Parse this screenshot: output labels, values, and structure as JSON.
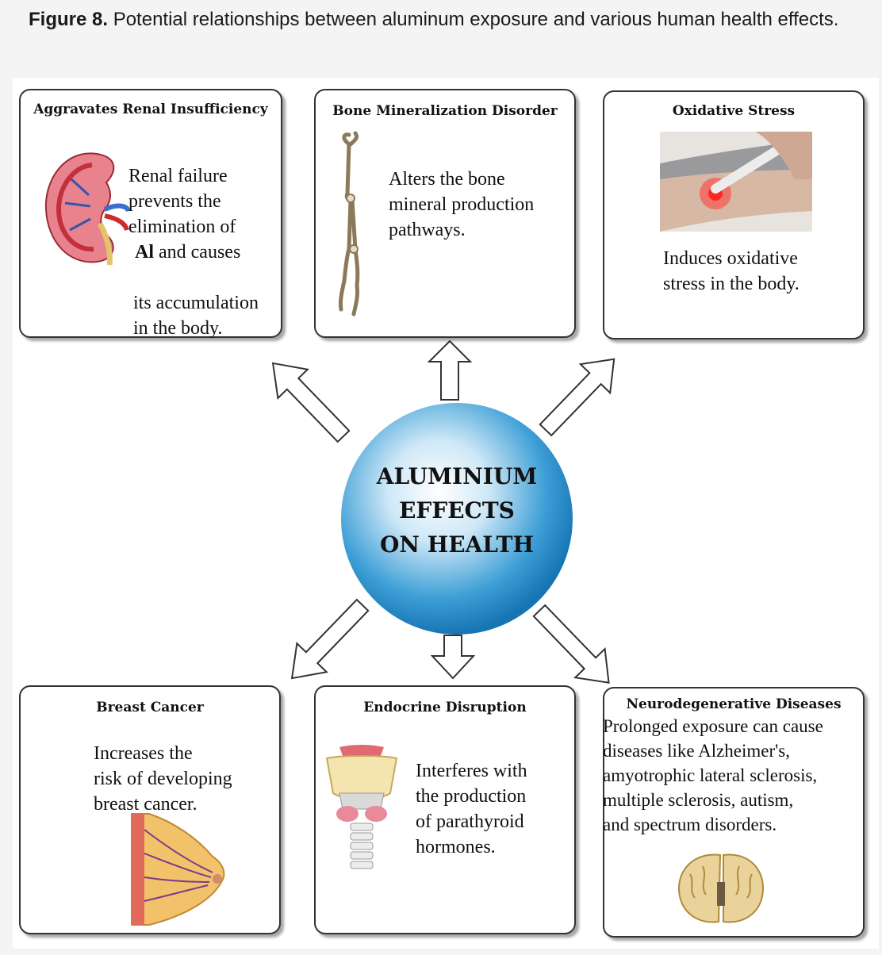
{
  "caption": {
    "label": "Figure 8.",
    "text": " Potential relationships between aluminum exposure and various human health effects."
  },
  "center": {
    "line1": "ALUMINIUM",
    "line2": "EFFECTS",
    "line3": "ON HEALTH",
    "color": "#2b8fcc"
  },
  "boxes": {
    "renal": {
      "title": "Aggravates Renal Insufficiency",
      "text_a": "Renal failure\nprevents the\nelimination of",
      "text_al": "Al",
      "text_b": " and causes",
      "text_c": "its accumulation\nin the body."
    },
    "bone": {
      "title": "Bone Mineralization Disorder",
      "text": "Alters the bone\n mineral production\npathways."
    },
    "oxidative": {
      "title": "Oxidative Stress",
      "text": "Induces oxidative\nstress in the body."
    },
    "breast": {
      "title": "Breast Cancer",
      "text": "Increases the\nrisk of developing\nbreast cancer."
    },
    "endocrine": {
      "title": "Endocrine Disruption",
      "text": "Interferes with\nthe production\nof parathyroid\nhormones."
    },
    "neuro": {
      "title": "Neurodegenerative Diseases",
      "text": "Prolonged exposure can cause\ndiseases like Alzheimer's,\namyotrophic lateral sclerosis,\nmultiple sclerosis, autism,\nand spectrum disorders."
    }
  },
  "icons": [
    "kidney-icon",
    "bone-icon",
    "oxidative-stress-photo-icon",
    "breast-tissue-icon",
    "thyroid-larynx-icon",
    "brain-section-icon"
  ]
}
